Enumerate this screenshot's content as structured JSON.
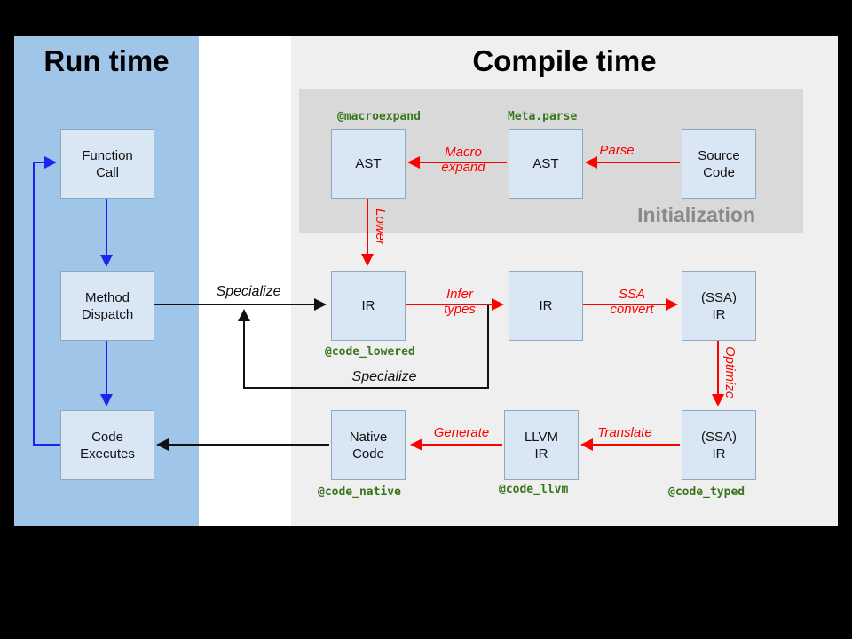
{
  "colors": {
    "runtime_panel": "#9fc5e8",
    "compile_panel": "#efefef",
    "init_panel": "#d9d9d9",
    "box_fill": "#d9e6f4",
    "box_border": "#90a8bd",
    "arrow_red": "#ff0000",
    "arrow_blue": "#2222ee",
    "annotation_green": "#38761d",
    "init_label": "#8a8a8a"
  },
  "runtime": {
    "title": "Run time",
    "boxes": {
      "function_call": "Function\nCall",
      "method_dispatch": "Method\nDispatch",
      "code_executes": "Code\nExecutes"
    }
  },
  "compile": {
    "title": "Compile time",
    "init_label": "Initialization",
    "boxes": {
      "ast1": "AST",
      "ast2": "AST",
      "source": "Source\nCode",
      "ir1": "IR",
      "ir2": "IR",
      "ssa1": "(SSA)\nIR",
      "native": "Native\nCode",
      "llvm": "LLVM\nIR",
      "ssa2": "(SSA)\nIR"
    },
    "annotations": {
      "macroexpand": "@macroexpand",
      "metaparse": "Meta.parse",
      "code_lowered": "@code_lowered",
      "code_native": "@code_native",
      "code_llvm": "@code_llvm",
      "code_typed": "@code_typed"
    }
  },
  "arrows": {
    "parse": "Parse",
    "macro_expand": "Macro\nexpand",
    "lower": "Lower",
    "infer_types": "Infer\ntypes",
    "ssa_convert": "SSA\nconvert",
    "optimize": "Optimize",
    "translate": "Translate",
    "generate": "Generate",
    "specialize1": "Specialize",
    "specialize2": "Specialize"
  }
}
